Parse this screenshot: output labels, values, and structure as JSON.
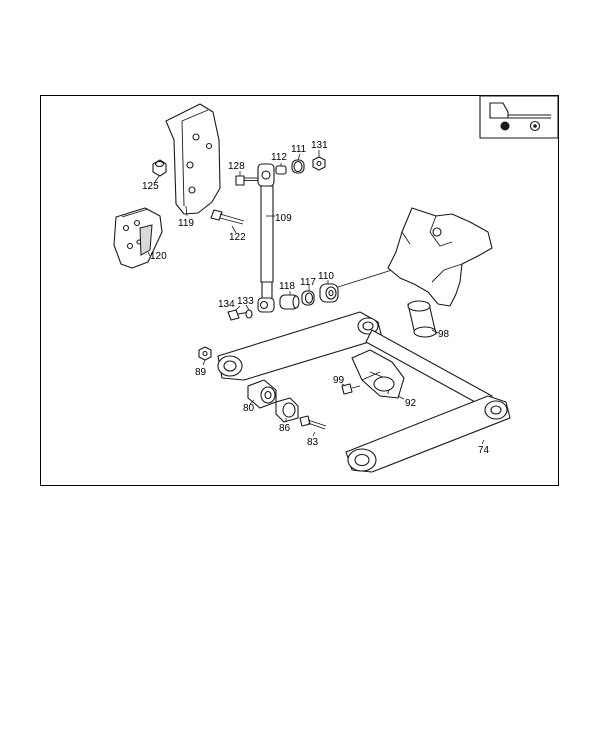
{
  "labels": {
    "p74": "74",
    "p80": "80",
    "p83": "83",
    "p86": "86",
    "p89": "89",
    "p92": "92",
    "p98": "98",
    "p99": "99",
    "p109": "109",
    "p110": "110",
    "p111": "111",
    "p112": "112",
    "p117": "117",
    "p118": "118",
    "p119": "119",
    "p120": "120",
    "p122": "122",
    "p125": "125",
    "p128": "128",
    "p131": "131",
    "p133": "133",
    "p134": "134"
  },
  "icons": {
    "vehicle": "truck-rear-axle-icon"
  },
  "colors": {
    "line": "#1a1a1a",
    "frame": "#000000",
    "background": "#ffffff"
  }
}
